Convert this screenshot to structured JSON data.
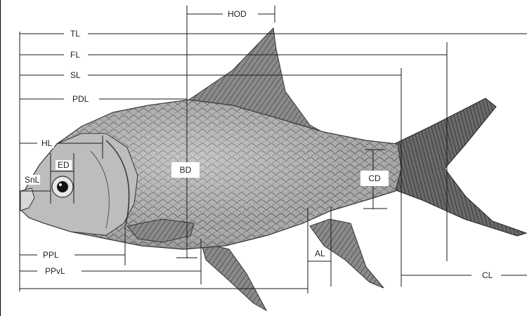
{
  "diagram": {
    "measurements": {
      "hod": "HOD",
      "tl": "TL",
      "fl": "FL",
      "sl": "SL",
      "pdl": "PDL",
      "hl": "HL",
      "ed": "ED",
      "snl": "SnL",
      "bd": "BD",
      "cd": "CD",
      "ppl": "PPL",
      "ppvl": "PPvL",
      "al": "AL",
      "cl": "CL"
    }
  }
}
